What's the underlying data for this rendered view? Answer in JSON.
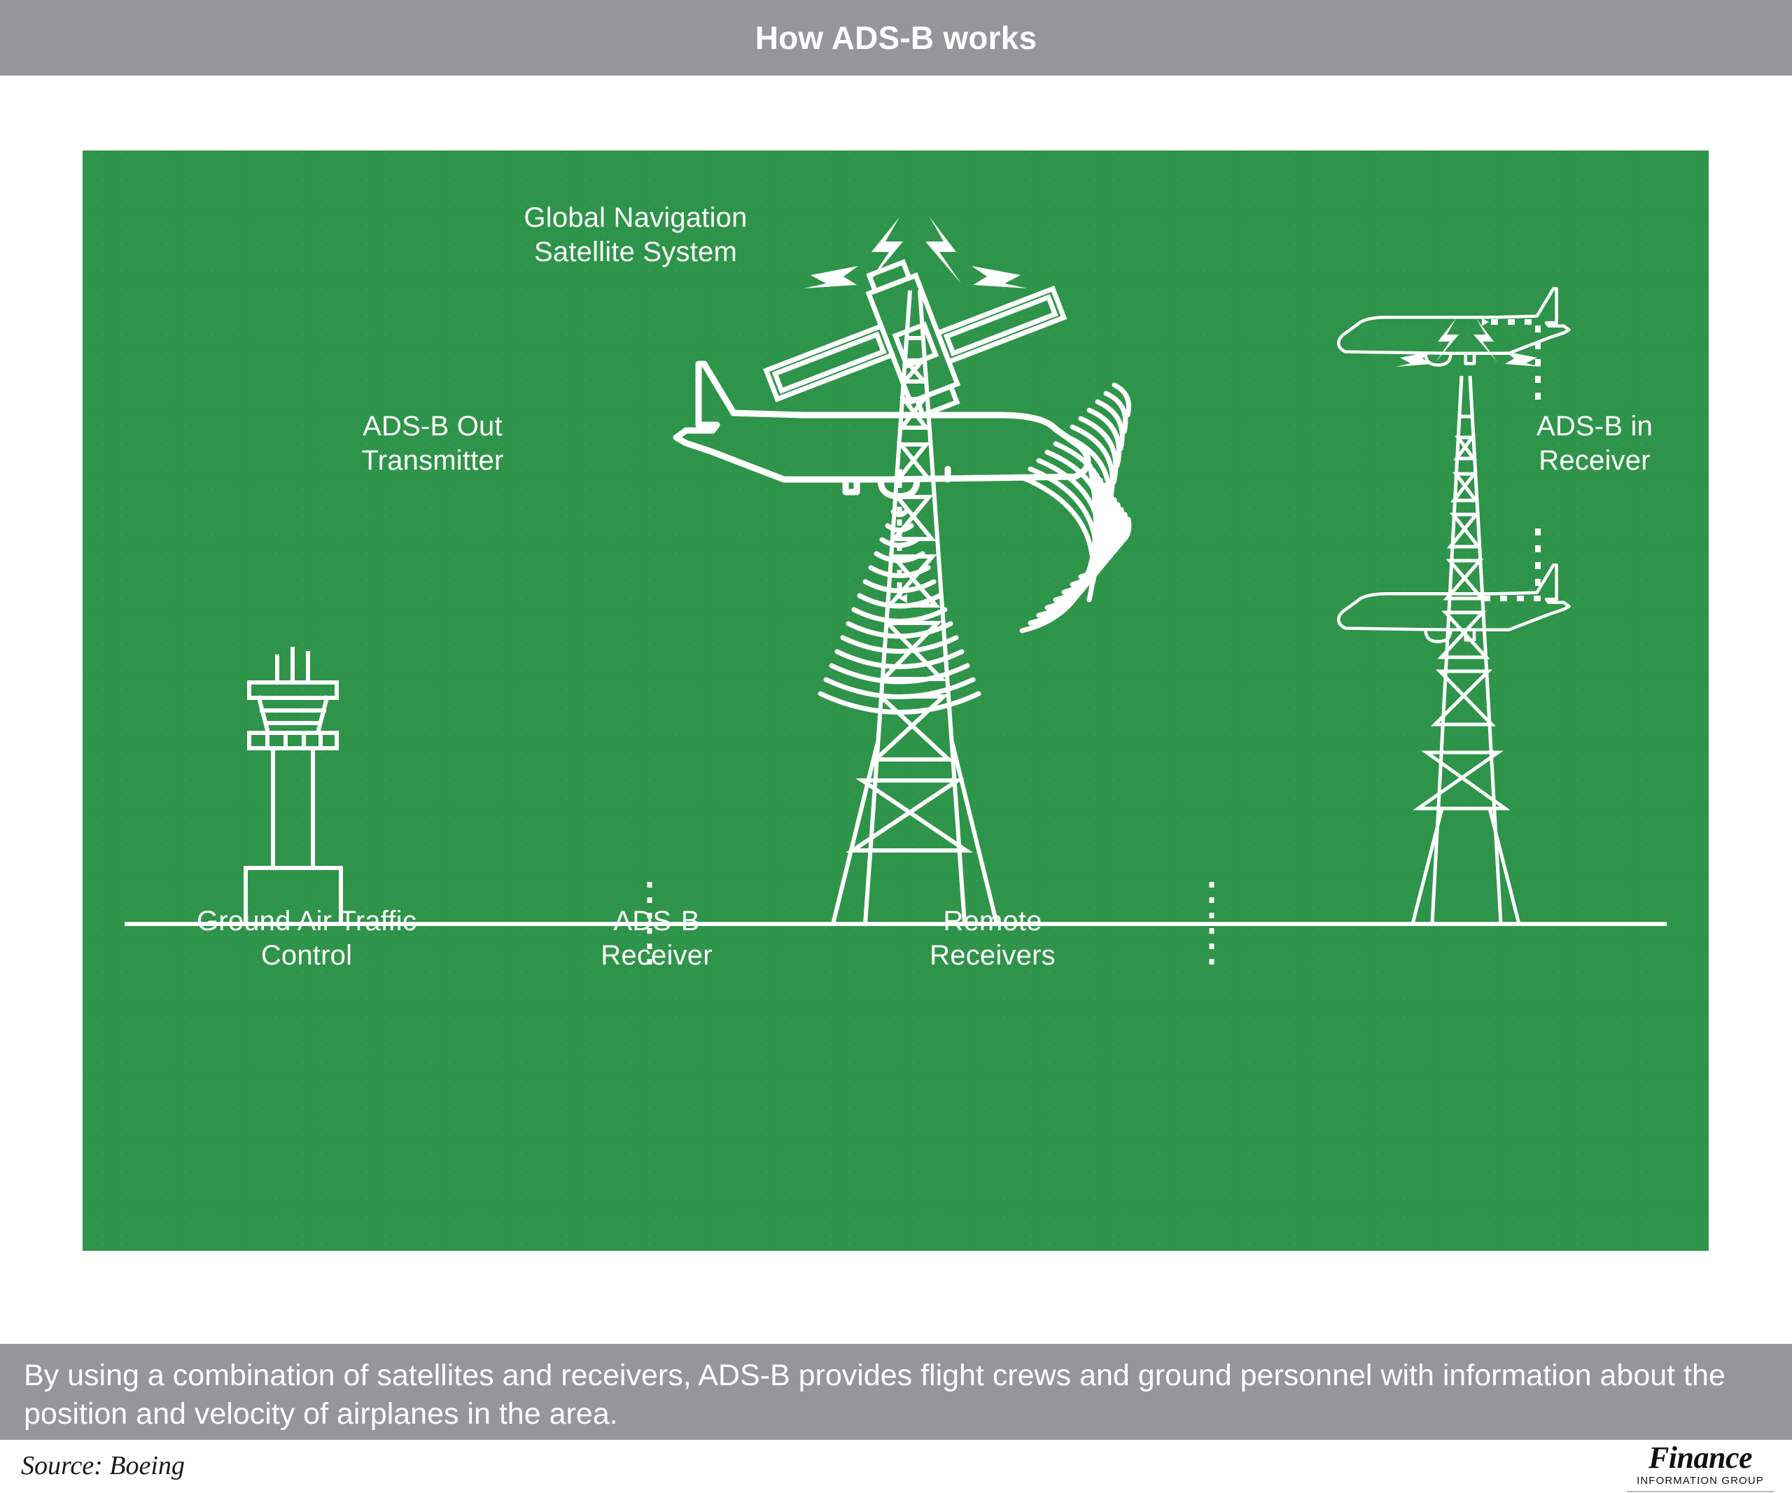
{
  "header": {
    "title": "How ADS-B works",
    "bar_color": "#949699"
  },
  "diagram": {
    "background_color": "#2e9449",
    "stroke_color": "#ffffff",
    "labels": {
      "gnss": "Global Navigation\nSatellite System",
      "ads_b_out": "ADS-B Out\nTransmitter",
      "ads_b_in": "ADS-B in\nReceiver",
      "ground_atc": "Ground Air Traffic\nControl",
      "ads_b_receiver": "ADS-B\nReceiver",
      "remote_receivers": "Remote\nReceivers"
    },
    "icons": {
      "satellite": "satellite-icon",
      "transmitter_aircraft": "airplane-transmitter-icon",
      "receiver_aircraft_upper": "airplane-receiver-upper-icon",
      "receiver_aircraft_lower": "airplane-receiver-lower-icon",
      "downlink_arrow": "dotted-down-arrow-icon",
      "broadcast_cone_down": "signal-cone-down-icon",
      "broadcast_fan_upper": "signal-fan-upper-icon",
      "broadcast_fan_lower": "signal-fan-lower-icon",
      "atc_tower": "control-tower-icon",
      "radio_tower_main": "radio-tower-icon",
      "radio_tower_remote": "radio-tower-remote-icon",
      "ground_line": "ground-line",
      "divider_left": "dotted-divider-icon",
      "divider_right": "dotted-divider-icon"
    }
  },
  "caption": {
    "text": "By using a combination of satellites and receivers, ADS-B provides flight crews and ground personnel with information about the position and velocity of airplanes in the area.",
    "bar_color": "#949699"
  },
  "footer": {
    "source": "Source: Boeing",
    "logo_word": "Finance",
    "logo_sub": "INFORMATION GROUP"
  }
}
